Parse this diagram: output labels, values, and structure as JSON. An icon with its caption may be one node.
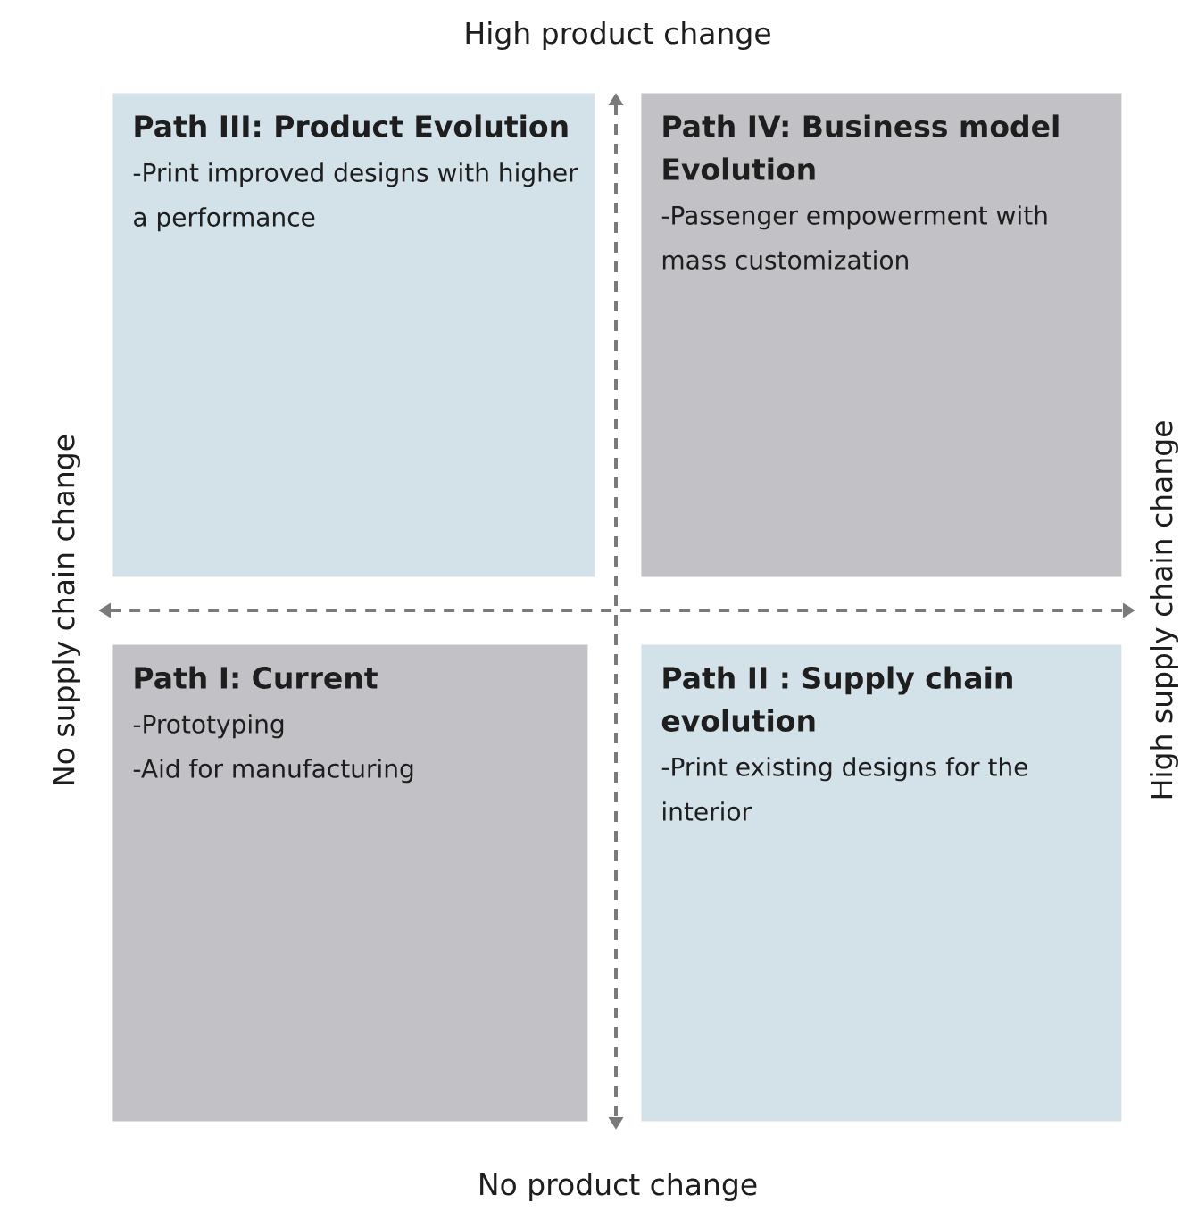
{
  "diagram": {
    "nodes": [
      {
        "text": [
          "Path III: Product Evolution",
          "-Print improved designs with higher a performance"
        ]
      },
      {
        "text": [
          "Path IV: Business model Evolution",
          "-Passenger empowerment with mass customization"
        ]
      },
      {
        "text": [
          "Path I: Current",
          "-Prototyping",
          "-Aid for manufacturing"
        ]
      },
      {
        "text": [
          "Path II : Supply chain evolution",
          "-Print existing designs for the interior"
        ]
      }
    ],
    "labels": [
      "High product change",
      "No supply chain change",
      "High supply chain change",
      "No product change"
    ]
  }
}
